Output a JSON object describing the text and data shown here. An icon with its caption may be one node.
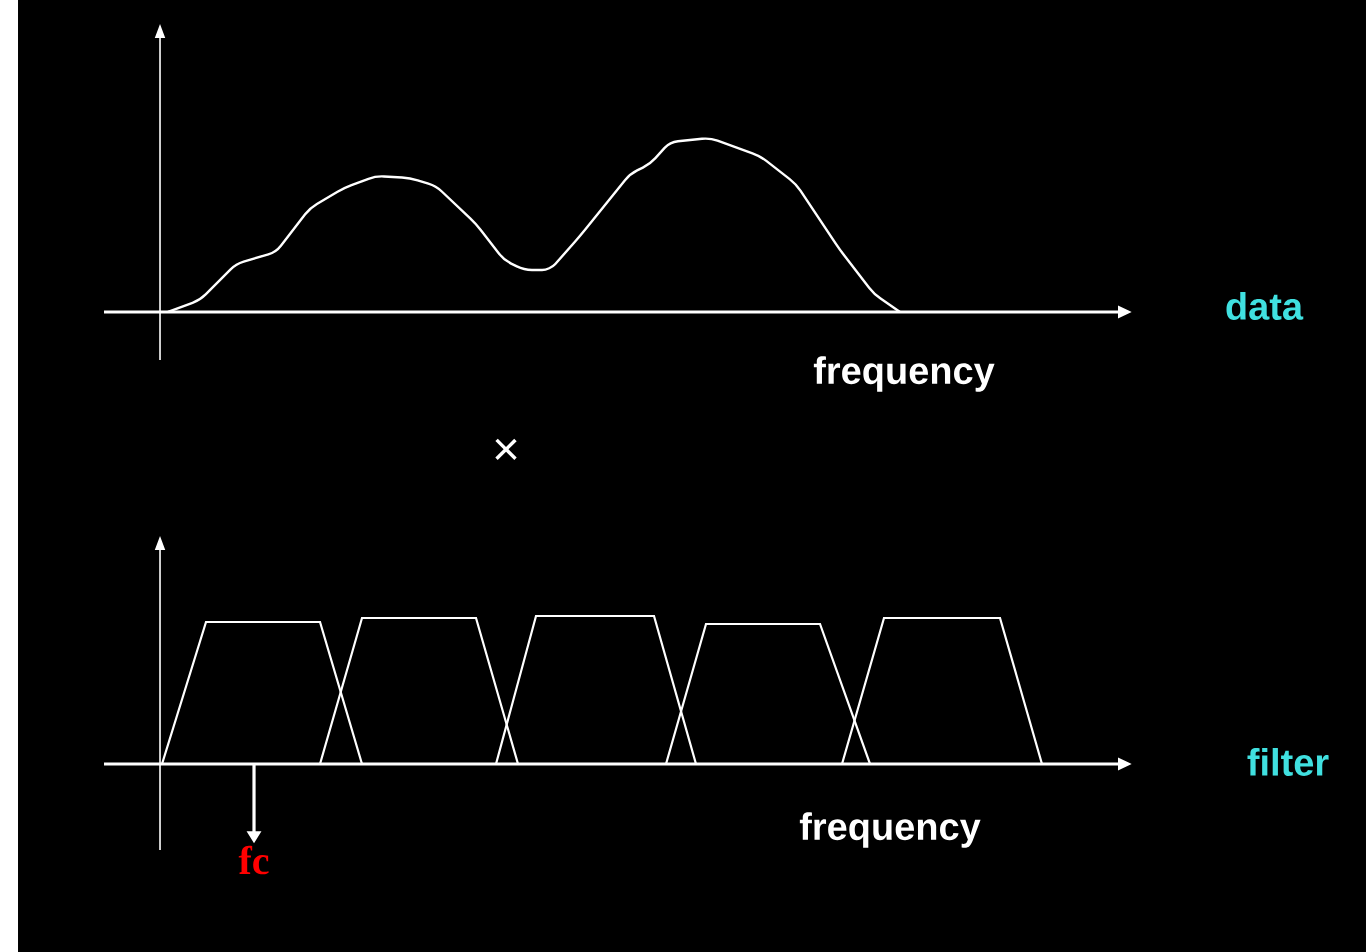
{
  "diagram": {
    "nodes": [
      {
        "text": [],
        "shape": "picture"
      },
      {
        "text": [
          "fc"
        ]
      }
    ],
    "edges": [
      {
        "from": 0,
        "to": 1,
        "arrow": "to"
      }
    ],
    "labels": [
      "data",
      "frequency",
      "×",
      "filter",
      "frequency"
    ]
  }
}
